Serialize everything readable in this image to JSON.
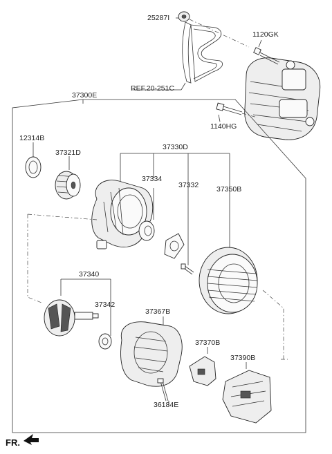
{
  "diagram": {
    "labels": {
      "pulley_upper": "25287I",
      "bolt_upper": "1120GK",
      "ref": "REF.20-251C",
      "assembly": "37300E",
      "bolt_lower": "1140HG",
      "cover": "12314B",
      "pulley": "37321D",
      "front_bracket_assy": "37330D",
      "bearing_front": "37334",
      "bolt_through": "37332",
      "stator": "37350B",
      "rotor": "37340",
      "bearing_rear": "37342",
      "rear_bracket": "37367B",
      "regulator": "37370B",
      "rectifier": "37390B",
      "bolt_rear": "36184E",
      "direction": "FR."
    }
  }
}
